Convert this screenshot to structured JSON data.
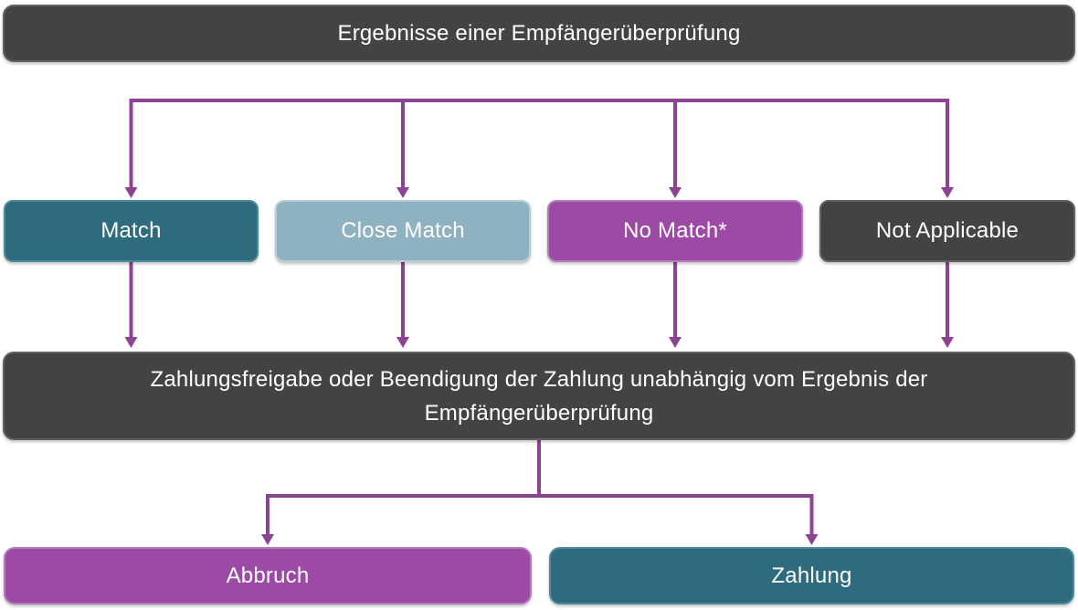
{
  "diagram": {
    "text_color": "#FFFFFF",
    "connector_color": "#8B4392",
    "title": {
      "label": "Ergebnisse einer Empfängerüberprüfung",
      "fill": "#434343",
      "border": "#616161"
    },
    "results": [
      {
        "label": "Match",
        "fill": "#2F6B7E",
        "border": "#4F8A9B"
      },
      {
        "label": "Close Match",
        "fill": "#8FB2C1",
        "border": "#B5CDD6"
      },
      {
        "label": "No Match*",
        "fill": "#9C4AA6",
        "border": "#B47CBC"
      },
      {
        "label": "Not Applicable",
        "fill": "#434343",
        "border": "#616161"
      }
    ],
    "decision": {
      "label": "Zahlungsfreigabe oder Beendigung der Zahlung unabhängig vom Ergebnis der Empfängerüberprüfung",
      "fill": "#434343",
      "border": "#616161"
    },
    "outcomes": [
      {
        "label": "Abbruch",
        "fill": "#9C4AA6",
        "border": "#B47CBC"
      },
      {
        "label": "Zahlung",
        "fill": "#2F6B7E",
        "border": "#4F8A9B"
      }
    ]
  }
}
